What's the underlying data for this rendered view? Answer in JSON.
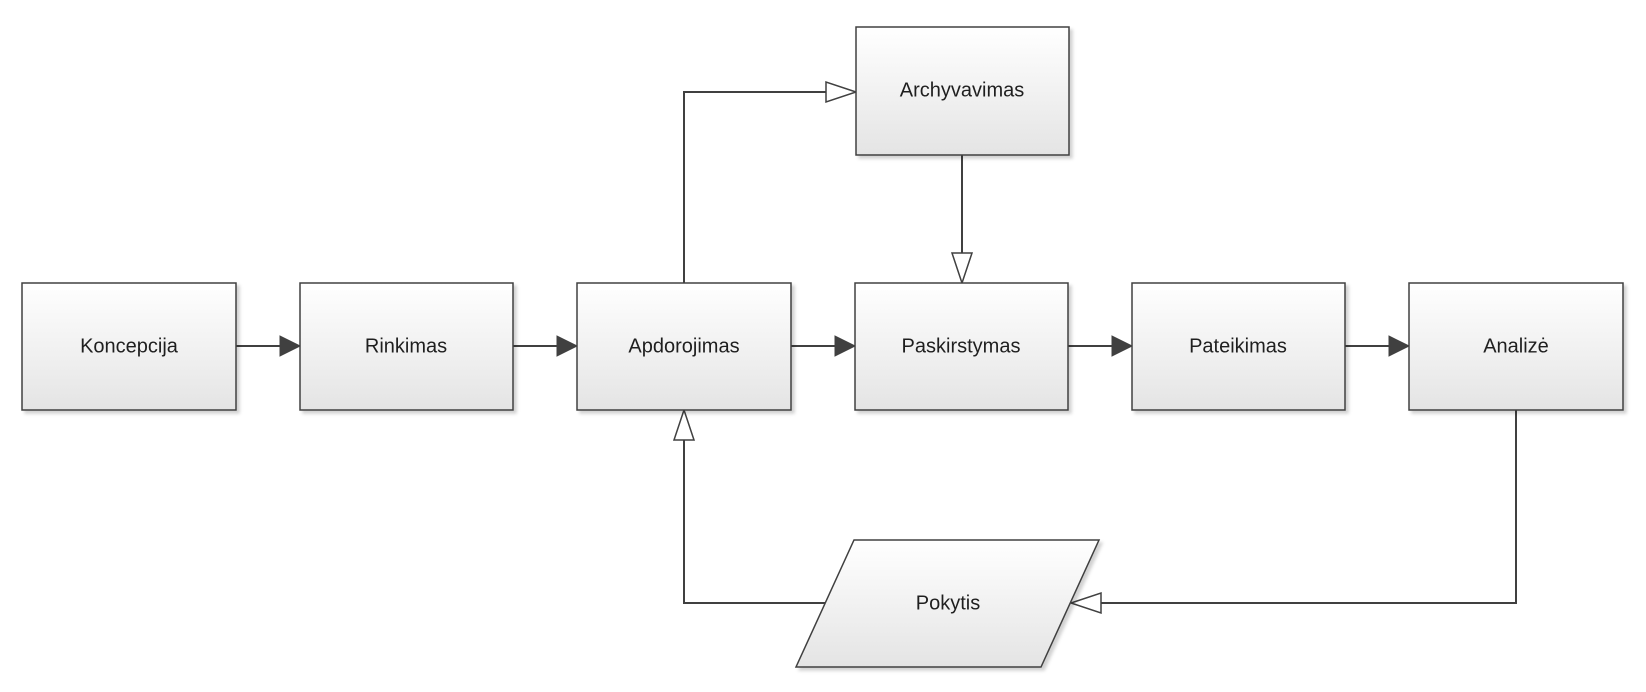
{
  "diagram": {
    "nodes": {
      "koncepcija": "Koncepcija",
      "rinkimas": "Rinkimas",
      "apdorojimas": "Apdorojimas",
      "paskirstymas": "Paskirstymas",
      "pateikimas": "Pateikimas",
      "analize": "Analizė",
      "archyvavimas": "Archyvavimas",
      "pokytis": "Pokytis"
    }
  }
}
